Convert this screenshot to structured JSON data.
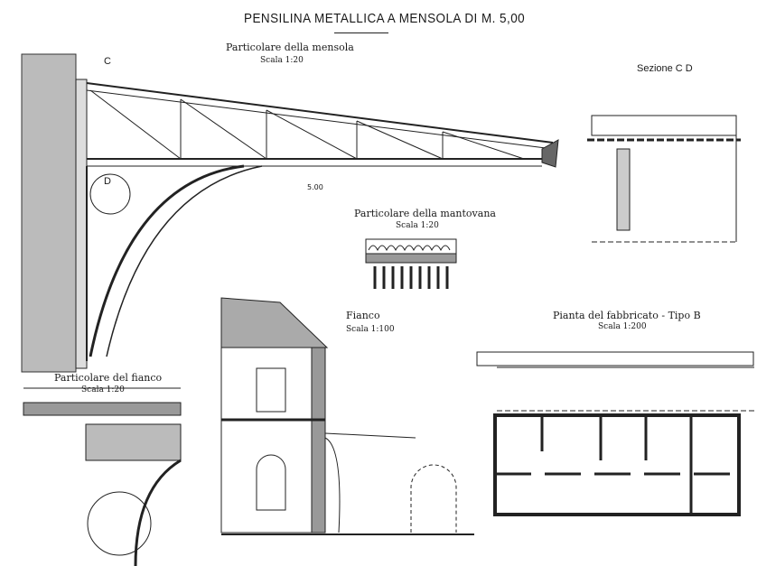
{
  "title": "PENSILINA METALLICA A MENSOLA DI M. 5,00",
  "views": {
    "mensola": {
      "label": "Particolare della mensola",
      "scale": "Scala 1:20"
    },
    "sezione": {
      "label": "Sezione C D"
    },
    "mantovana": {
      "label": "Particolare della mantovana",
      "scale": "Scala 1:20"
    },
    "fianco": {
      "label": "Fianco",
      "scale": "Scala 1:100"
    },
    "pianta": {
      "label": "Pianta del fabbricato - Tipo B",
      "scale": "Scala 1:200"
    },
    "particolare_fianco": {
      "label": "Particolare del fianco",
      "scale": "Scala 1:20"
    }
  },
  "markers": {
    "c": "C",
    "d": "D",
    "span": "5.00"
  }
}
